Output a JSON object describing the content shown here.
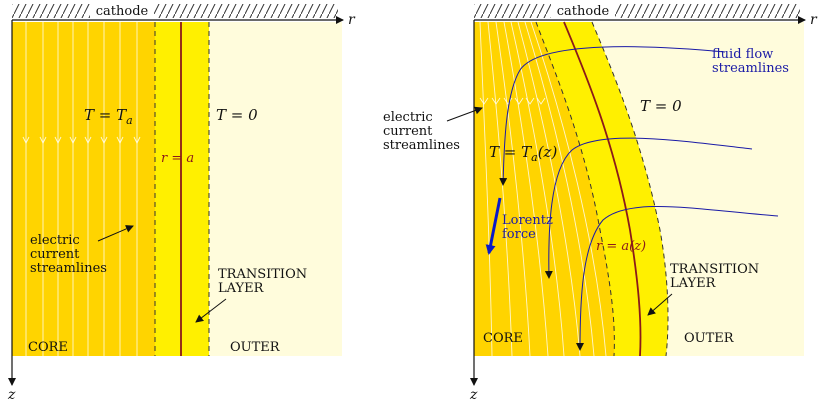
{
  "colors": {
    "core": "#FFD400",
    "transition": "#FFF000",
    "outer": "#FFFCDC",
    "a_line": "#8B1A1A",
    "fluid": "#1a1aa6",
    "lorentz": "#0A1AC8"
  },
  "left_panel": {
    "cathode": "cathode",
    "r_axis": "r",
    "z_axis": "z",
    "core_temp": "T = T",
    "core_temp_sub": "a",
    "outer_temp": "T = 0",
    "radius_label": "r = a",
    "streamlines_label": [
      "electric",
      "current",
      "streamlines"
    ],
    "transition_label": [
      "TRANSITION",
      "LAYER"
    ],
    "core_label": "CORE",
    "outer_label": "OUTER"
  },
  "right_panel": {
    "cathode": "cathode",
    "r_axis": "r",
    "z_axis": "z",
    "fluid_label": [
      "fluid flow",
      "streamlines"
    ],
    "streamlines_label": [
      "electric",
      "current",
      "streamlines"
    ],
    "outer_temp": "T = 0",
    "core_temp": "T = T",
    "core_temp_sub": "a",
    "core_temp_arg": "(z)",
    "lorentz_label": [
      "Lorentz",
      "force"
    ],
    "radius_label": "r = a(z)",
    "transition_label": [
      "TRANSITION",
      "LAYER"
    ],
    "core_label": "CORE",
    "outer_label": "OUTER"
  }
}
